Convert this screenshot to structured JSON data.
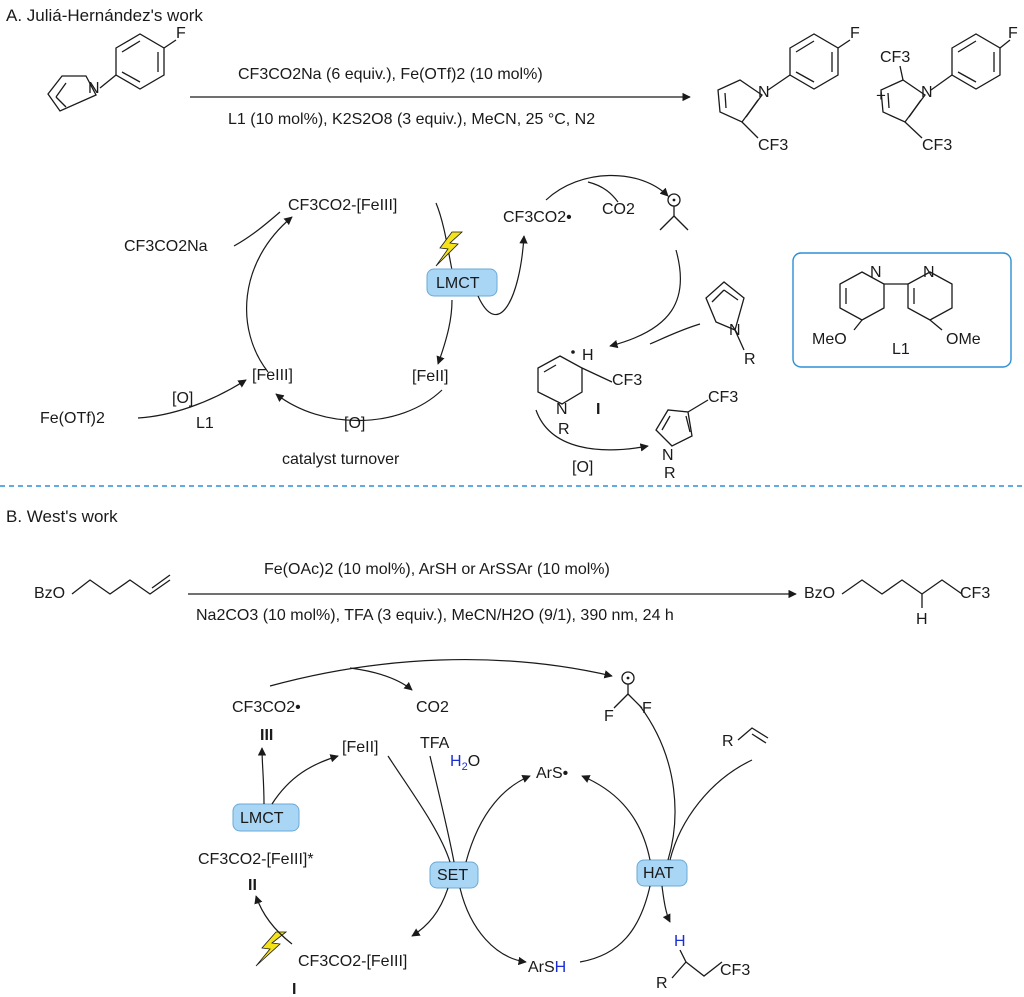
{
  "panel_a": {
    "title": "A. Juliá-Hernández's work",
    "conditions": {
      "top": "CF3CO2Na (6 equiv.), Fe(OTf)2 (10 mol%)",
      "bottom": "L1 (10 mol%), K2S2O8 (3 equiv.), MeCN, 25 °C, N2"
    },
    "atoms": {
      "F": "F",
      "N": "N",
      "CF3": "CF3",
      "plus": "+",
      "H": "H",
      "R": "R",
      "MeO": "MeO",
      "OMe": "OMe"
    },
    "cycle": {
      "fe_iii_tfa": "CF3CO2-[FeIII]",
      "cf3co2na": "CF3CO2Na",
      "lmct": "LMCT",
      "fe_iii": "[FeIII]",
      "fe_ii": "[FeII]",
      "fe_otf2": "Fe(OTf)2",
      "oxidant": "[O]",
      "ligand": "L1",
      "turnover": "catalyst turnover",
      "tfa_radical": "CF3CO2•",
      "co2": "CO2",
      "intermediate_label": "I"
    },
    "ligand_box_label": "L1"
  },
  "panel_b": {
    "title": "B. West's work",
    "substrate": "BzO",
    "product_prefix": "BzO",
    "conditions": {
      "top": "Fe(OAc)2 (10 mol%), ArSH or ArSSAr (10 mol%)",
      "bottom": "Na2CO3 (10 mol%), TFA (3 equiv.), MeCN/H2O (9/1), 390 nm, 24 h"
    },
    "cycle": {
      "tfa_radical": "CF3CO2•",
      "co2": "CO2",
      "label_iii": "III",
      "fe_ii": "[FeII]",
      "tfa": "TFA",
      "h2o": "H2O",
      "ars_radical": "ArS•",
      "lmct": "LMCT",
      "excited": "CF3CO2-[FeIII]*",
      "label_ii": "II",
      "set": "SET",
      "hat": "HAT",
      "fe_iii_tfa": "CF3CO2-[FeIII]",
      "label_i": "I",
      "arsh": "ArSH",
      "R": "R",
      "H": "H",
      "CF3": "CF3",
      "F": "F"
    }
  },
  "colors": {
    "pill_fill": "#a9d6f5",
    "bolt": "#f5e218",
    "separator": "#2d8fd5",
    "highlight_h": "#1b2dd6"
  }
}
